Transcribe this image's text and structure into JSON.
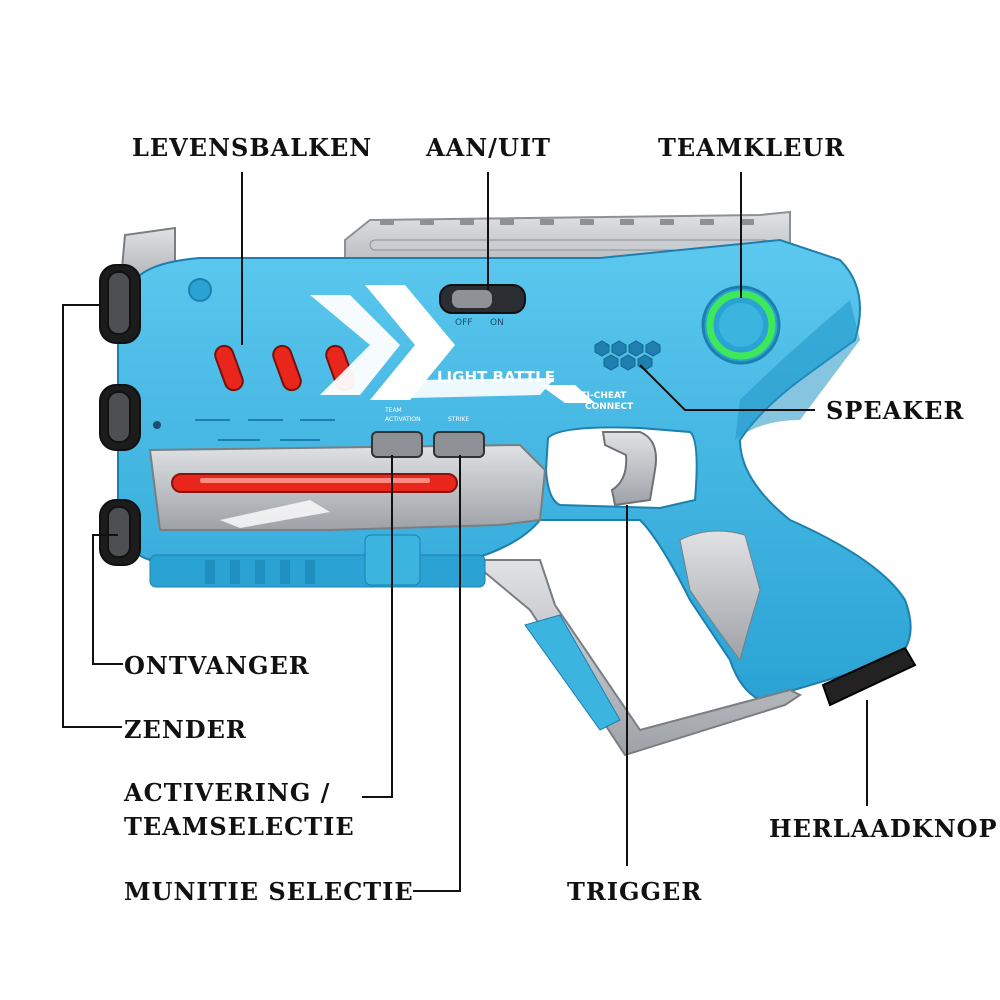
{
  "labels": {
    "levensbalken": "LEVENSBALKEN",
    "aan_uit": "AAN/UIT",
    "teamkleur": "TEAMKLEUR",
    "speaker": "SPEAKER",
    "ontvanger": "ONTVANGER",
    "zender": "ZENDER",
    "activering_line1": "ACTIVERING /",
    "activering_line2": "TEAMSELECTIE",
    "munitie": "MUNITIE SELECTIE",
    "trigger": "TRIGGER",
    "herlaadknop": "HERLAADKNOP"
  },
  "gun_text": {
    "brand": "LIGHT BATTLE",
    "anti_cheat_1": "ANTI-CHEAT",
    "anti_cheat_2": "CONNECT",
    "switch_off": "OFF",
    "switch_on": "ON",
    "btn_left_1": "TEAM",
    "btn_left_2": "ACTIVATION",
    "btn_right": "STRIKE"
  },
  "colors": {
    "body_blue": "#3bb4e0",
    "dark_blue": "#1f8fbf",
    "silver": "#b9bcc0",
    "health_red": "#e8261c",
    "team_green": "#3ee85a",
    "ink": "#111111"
  }
}
